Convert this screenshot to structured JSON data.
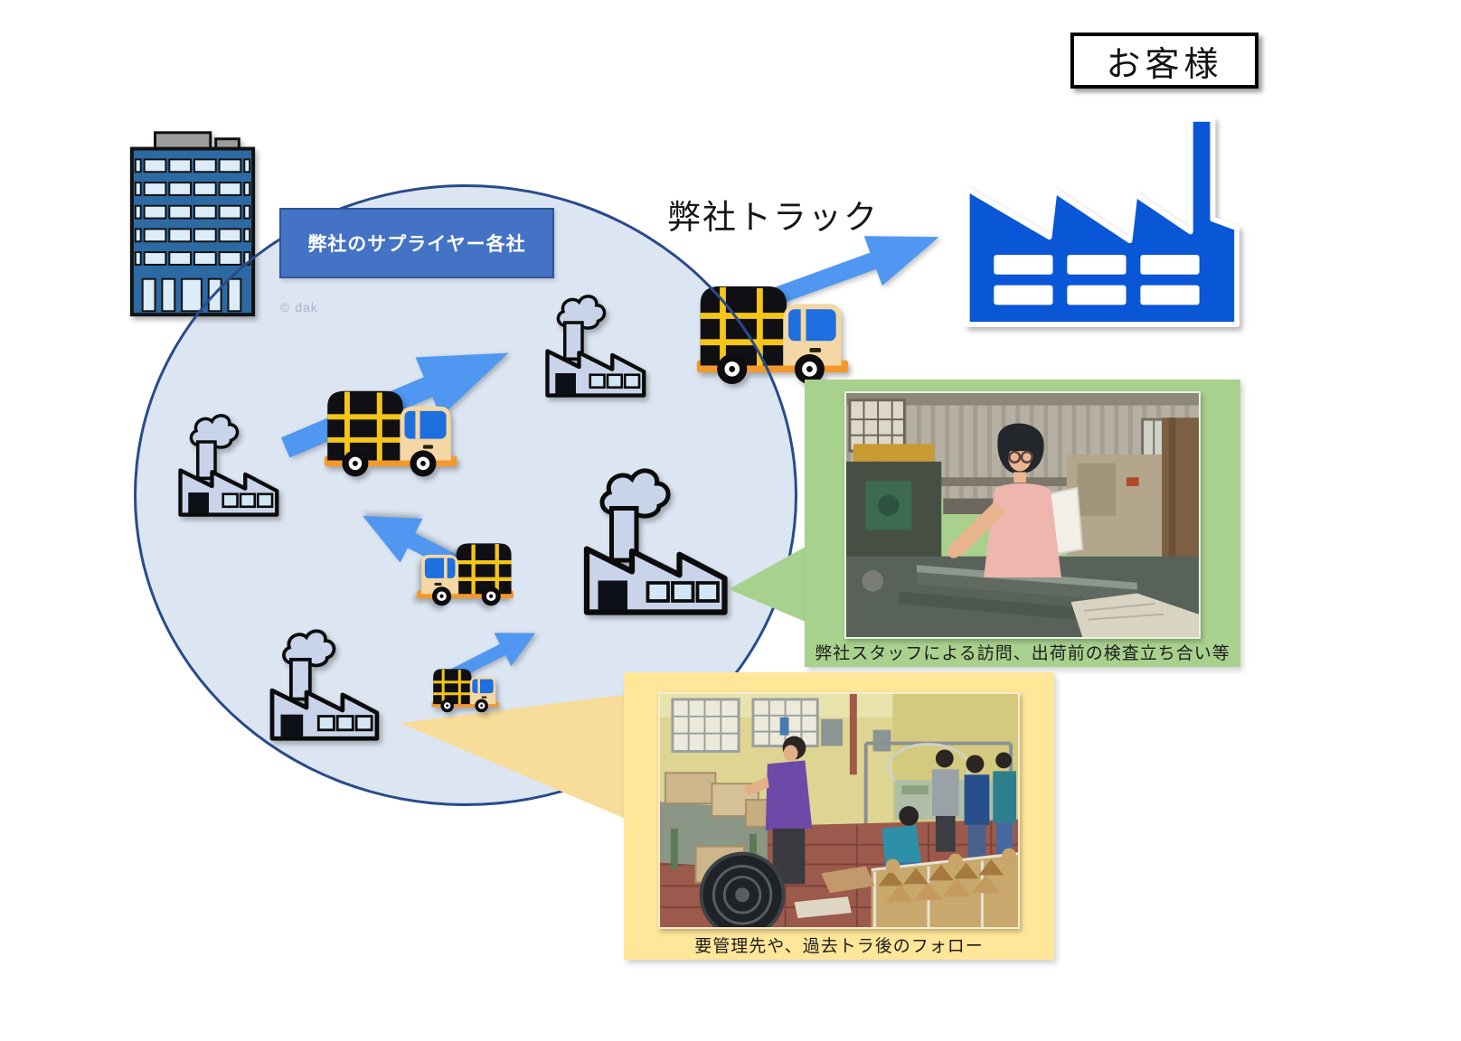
{
  "labels": {
    "customer": "お客様",
    "truck": "弊社トラック",
    "suppliers": "弊社のサプライヤー各社",
    "watermark": "© dak"
  },
  "callouts": {
    "inspection": {
      "caption": "弊社スタッフによる訪問、出荷前の検査立ち合い等",
      "accent_color": "#A9D18E",
      "photo_description": "staff-inspecting-parts-in-machine-shop"
    },
    "follow_up": {
      "caption": "要管理先や、過去トラ後のフォロー",
      "accent_color": "#FFE699",
      "photo_description": "workers-packing-parts-in-workshop"
    }
  },
  "icons": {
    "office_building": "office-building-icon",
    "customer_factory": "blue-factory-icon",
    "supplier_factory": "gray-factory-icon",
    "truck": "cargo-truck-icon",
    "arrow": "delivery-arrow-icon"
  },
  "colors": {
    "circle_fill": "#DCE6F2",
    "circle_border": "#2A4A8A",
    "supplier_box": "#4472C4",
    "customer_factory_blue": "#0956D6",
    "arrow_blue": "#4F97F0",
    "green_accent": "#A9D18E",
    "yellow_accent": "#FFE699"
  }
}
